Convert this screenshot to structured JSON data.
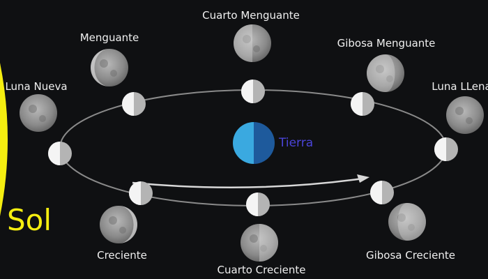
{
  "sun": {
    "label": "Sol",
    "color": "#f5ee10"
  },
  "earth": {
    "label": "Tierra",
    "light": "#3aa9e0",
    "dark": "#1e5a9c",
    "label_color": "#4a44d8"
  },
  "phases": [
    {
      "label": "Luna Nueva",
      "lit": "full"
    },
    {
      "label": "Menguante",
      "lit": "crescent-left"
    },
    {
      "label": "Cuarto Menguante",
      "lit": "half-left"
    },
    {
      "label": "Gibosa Menguante",
      "lit": "gibbous-left"
    },
    {
      "label": "Luna LLena",
      "lit": "full"
    },
    {
      "label": "Gibosa Creciente",
      "lit": "gibbous-right"
    },
    {
      "label": "Cuarto Creciente",
      "lit": "half-right"
    },
    {
      "label": "Creciente",
      "lit": "crescent-right"
    }
  ]
}
